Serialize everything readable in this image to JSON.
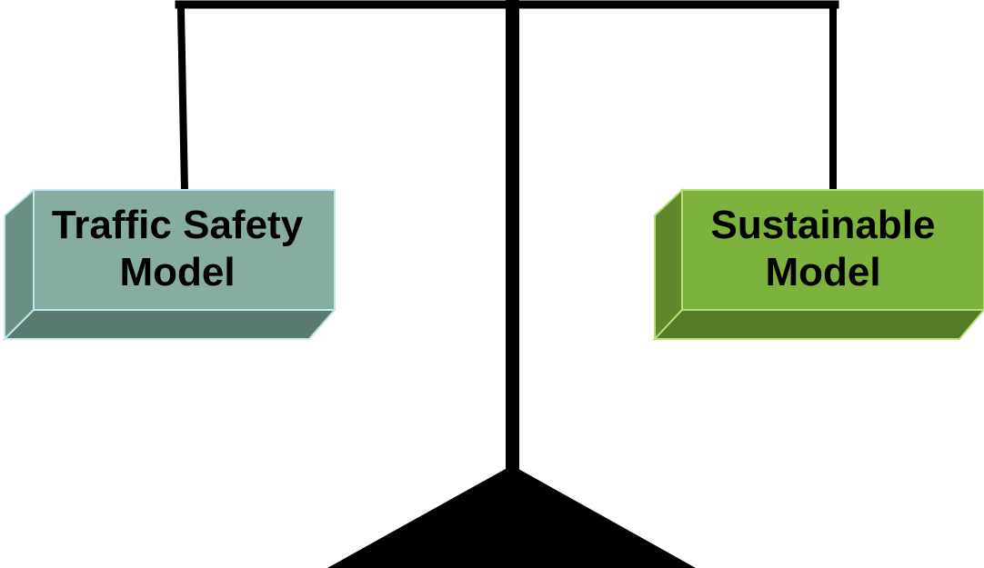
{
  "left_box": {
    "line1": "Traffic Safety",
    "line2": "Model",
    "face_color": "#87ADA1",
    "side_color": "#6A8F83",
    "bottom_color": "#5B7A70",
    "border_color": "#BFE8F0"
  },
  "right_box": {
    "line1": "Sustainable",
    "line2": "Model",
    "face_color": "#7DB23C",
    "side_color": "#5F8A2B",
    "bottom_color": "#547B26",
    "border_color": "#B8E07A"
  },
  "scale_color": "#000000"
}
